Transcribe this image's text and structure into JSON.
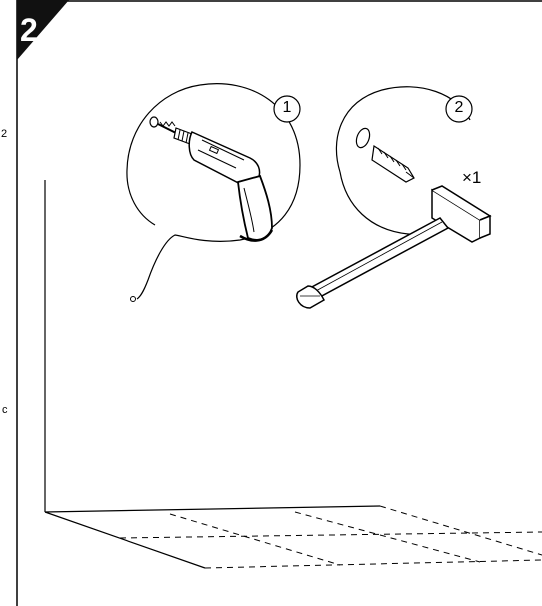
{
  "step": {
    "number": "2",
    "tab_color": "#111111"
  },
  "margin_marks": {
    "top": "2",
    "bottom": "c"
  },
  "callouts": [
    {
      "number": "1",
      "content": "drill"
    },
    {
      "number": "2",
      "content": "wall-plug"
    }
  ],
  "quantity": {
    "label": "×1"
  },
  "colors": {
    "line": "#000000",
    "background": "#ffffff"
  }
}
